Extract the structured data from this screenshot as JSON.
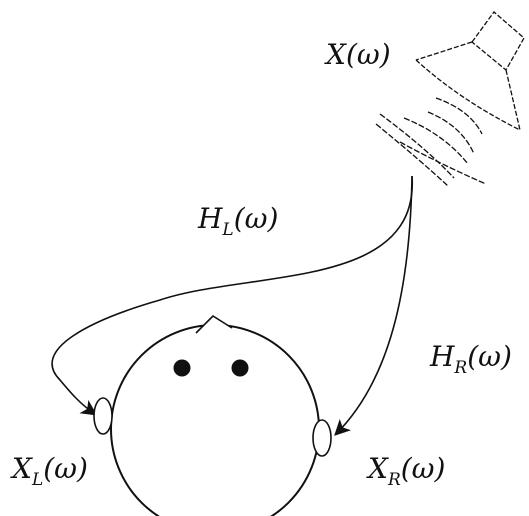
{
  "labels": {
    "source": {
      "base": "X",
      "subscript": "",
      "arg": "(ω)"
    },
    "path_left": {
      "base": "H",
      "subscript": "L",
      "arg": "(ω)"
    },
    "path_right": {
      "base": "H",
      "subscript": "R",
      "arg": "(ω)"
    },
    "ear_left": {
      "base": "X",
      "subscript": "L",
      "arg": "(ω)"
    },
    "ear_right": {
      "base": "X",
      "subscript": "R",
      "arg": "(ω)"
    }
  },
  "icons": {
    "loudspeaker": "loudspeaker-icon",
    "sound_waves": "sound-waves-icon",
    "head": "listener-head-icon",
    "nose": "nose-icon",
    "eyes": "eye-icon",
    "ears": "ear-icon"
  },
  "colors": {
    "line": "#111111",
    "background": "#ffffff"
  }
}
